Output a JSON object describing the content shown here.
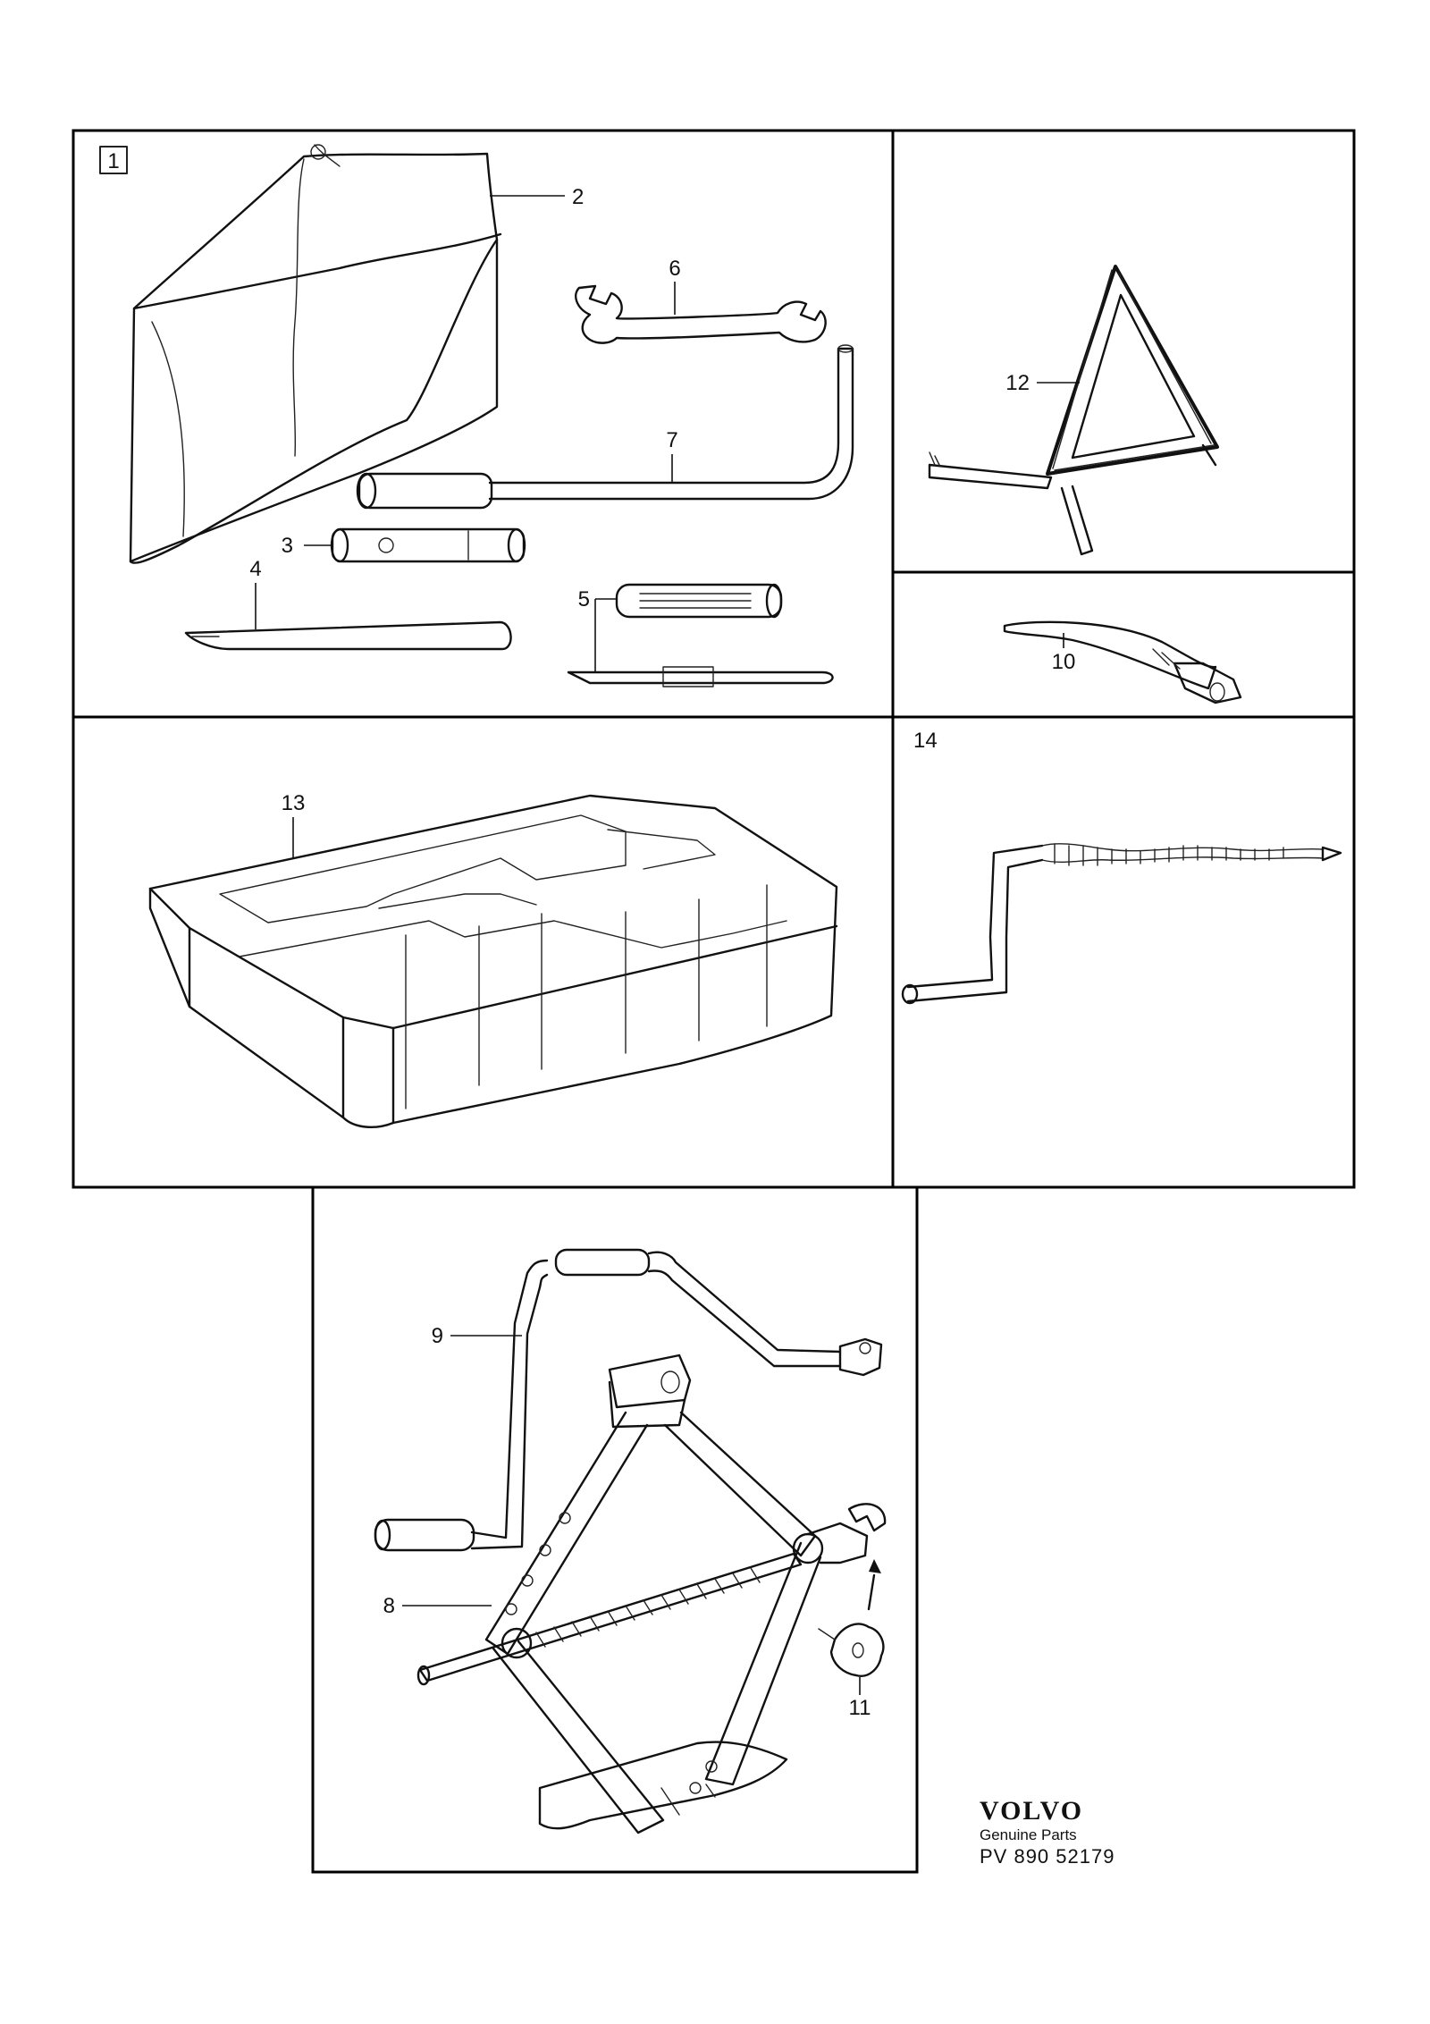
{
  "callouts": {
    "c1": "1",
    "c2": "2",
    "c3": "3",
    "c4": "4",
    "c5": "5",
    "c6": "6",
    "c7": "7",
    "c8": "8",
    "c9": "9",
    "c10": "10",
    "c11": "11",
    "c12": "12",
    "c13": "13",
    "c14": "14"
  },
  "brand": {
    "logo": "VOLVO",
    "subtitle": "Genuine Parts",
    "code": "PV  890  52179"
  }
}
